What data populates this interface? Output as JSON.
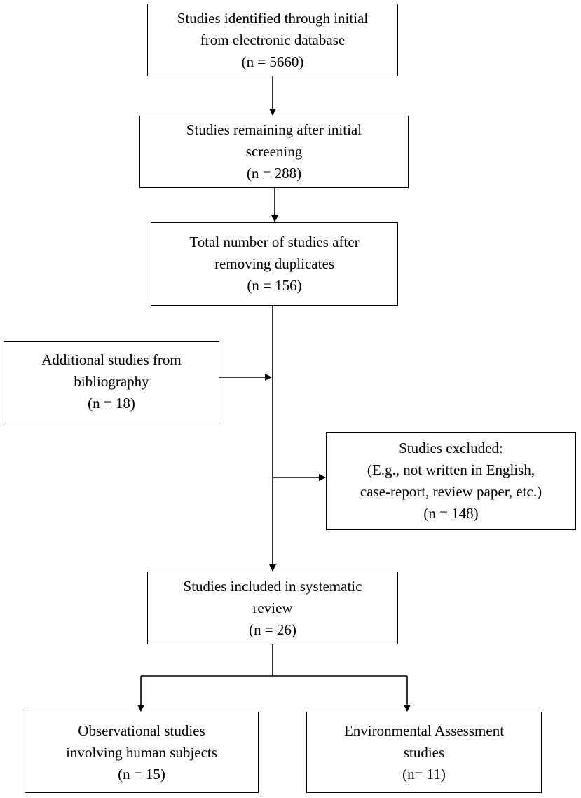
{
  "boxes": {
    "identified": {
      "lines": [
        "Studies identified through initial",
        "from electronic database",
        "(n = 5660)"
      ]
    },
    "screening": {
      "lines": [
        "Studies remaining after initial",
        "screening",
        "(n = 288)"
      ]
    },
    "duplicates": {
      "lines": [
        "Total number of studies after",
        "removing duplicates",
        "(n = 156)"
      ]
    },
    "additional": {
      "lines": [
        "Additional studies from",
        "bibliography",
        "(n = 18)"
      ]
    },
    "excluded": {
      "lines": [
        "Studies excluded:",
        "(E.g., not written in English,",
        "case-report, review paper, etc.)",
        "(n = 148)"
      ]
    },
    "included": {
      "lines": [
        "Studies included in systematic",
        "review",
        "(n = 26)"
      ]
    },
    "observational": {
      "lines": [
        "Observational studies",
        "involving human subjects",
        "(n = 15)"
      ]
    },
    "environmental": {
      "lines": [
        "Environmental Assessment",
        "studies",
        "(n= 11)"
      ]
    }
  }
}
